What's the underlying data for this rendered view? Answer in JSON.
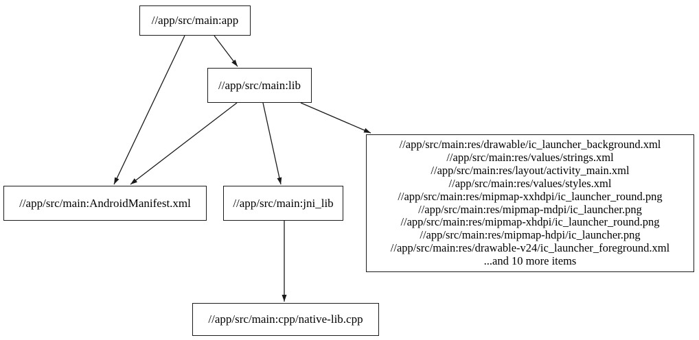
{
  "graph": {
    "nodes": {
      "app": {
        "label": "//app/src/main:app"
      },
      "lib": {
        "label": "//app/src/main:lib"
      },
      "manifest": {
        "label": "//app/src/main:AndroidManifest.xml"
      },
      "jni_lib": {
        "label": "//app/src/main:jni_lib"
      },
      "native_lib": {
        "label": "//app/src/main:cpp/native-lib.cpp"
      },
      "resources": {
        "lines": [
          "//app/src/main:res/drawable/ic_launcher_background.xml",
          "//app/src/main:res/values/strings.xml",
          "//app/src/main:res/layout/activity_main.xml",
          "//app/src/main:res/values/styles.xml",
          "//app/src/main:res/mipmap-xxhdpi/ic_launcher_round.png",
          "//app/src/main:res/mipmap-mdpi/ic_launcher.png",
          "//app/src/main:res/mipmap-xhdpi/ic_launcher_round.png",
          "//app/src/main:res/mipmap-hdpi/ic_launcher.png",
          "//app/src/main:res/drawable-v24/ic_launcher_foreground.xml",
          "...and 10 more items"
        ]
      }
    },
    "edges": [
      {
        "from": "app",
        "to": "lib"
      },
      {
        "from": "app",
        "to": "manifest"
      },
      {
        "from": "lib",
        "to": "manifest"
      },
      {
        "from": "lib",
        "to": "jni_lib"
      },
      {
        "from": "lib",
        "to": "resources"
      },
      {
        "from": "jni_lib",
        "to": "native_lib"
      }
    ],
    "colors": {
      "background": "#ffffff",
      "node_fill": "#ffffff",
      "node_border": "#1a1a1a",
      "edge": "#1a1a1a",
      "text": "#000000"
    }
  }
}
